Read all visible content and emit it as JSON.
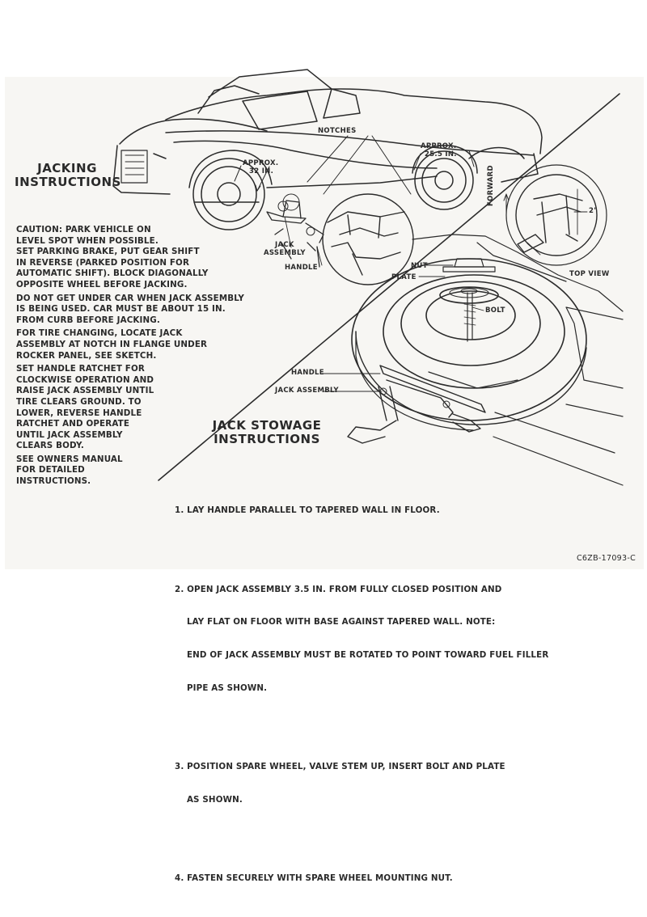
{
  "jacking": {
    "title_line1": "JACKING",
    "title_line2": "INSTRUCTIONS",
    "paragraphs": [
      [
        "CAUTION: PARK VEHICLE ON",
        "LEVEL SPOT WHEN POSSIBLE.",
        "SET PARKING BRAKE, PUT GEAR SHIFT",
        "IN REVERSE (PARKED POSITION FOR",
        "AUTOMATIC SHIFT). BLOCK DIAGONALLY",
        "OPPOSITE WHEEL BEFORE JACKING."
      ],
      [
        "DO NOT GET UNDER CAR WHEN JACK ASSEMBLY",
        "IS BEING USED. CAR MUST BE ABOUT 15 IN.",
        "FROM CURB BEFORE JACKING."
      ],
      [
        "FOR TIRE CHANGING, LOCATE JACK",
        "ASSEMBLY AT NOTCH IN FLANGE UNDER",
        "ROCKER PANEL, SEE SKETCH."
      ],
      [
        "SET HANDLE RATCHET FOR",
        "CLOCKWISE OPERATION AND",
        "RAISE JACK ASSEMBLY UNTIL",
        "TIRE CLEARS GROUND. TO",
        "LOWER, REVERSE HANDLE",
        "RATCHET AND OPERATE",
        "UNTIL JACK ASSEMBLY",
        "CLEARS BODY."
      ],
      [
        "SEE OWNERS MANUAL",
        "FOR DETAILED",
        "INSTRUCTIONS."
      ]
    ]
  },
  "stowage": {
    "title_line1": "JACK STOWAGE",
    "title_line2": "INSTRUCTIONS",
    "steps": [
      [
        "1. LAY HANDLE PARALLEL TO TAPERED WALL IN FLOOR."
      ],
      [
        "2. OPEN JACK ASSEMBLY 3.5 IN. FROM FULLY CLOSED POSITION AND",
        "    LAY FLAT ON FLOOR WITH BASE AGAINST TAPERED WALL. NOTE:",
        "    END OF JACK ASSEMBLY MUST BE ROTATED TO POINT TOWARD FUEL FILLER",
        "    PIPE AS SHOWN."
      ],
      [
        "3. POSITION SPARE WHEEL, VALVE STEM UP, INSERT BOLT AND PLATE",
        "    AS SHOWN."
      ],
      [
        "4. FASTEN SECURELY WITH SPARE WHEEL MOUNTING NUT."
      ]
    ]
  },
  "labels": {
    "notches": "NOTCHES",
    "approx_front": [
      "APPROX.",
      "32 IN."
    ],
    "approx_rear": [
      "APPROX.",
      "25.5 IN."
    ],
    "jack_assembly_top": [
      "JACK",
      "ASSEMBLY"
    ],
    "handle_top": "HANDLE",
    "forward": "FORWARD",
    "two_in": "2\"",
    "top_view": "TOP VIEW",
    "nut": "NUT",
    "plate": "PLATE",
    "bolt": "BOLT",
    "handle_bottom": "HANDLE",
    "jack_assembly_bottom": "JACK ASSEMBLY"
  },
  "part_number": "C6ZB-17093-C"
}
